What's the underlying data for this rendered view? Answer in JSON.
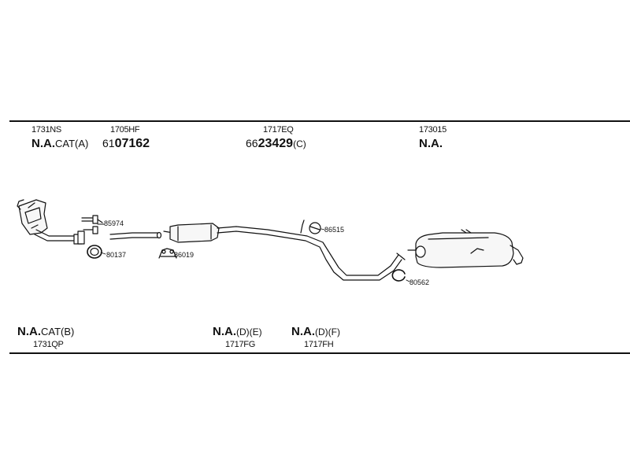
{
  "top_parts": [
    {
      "code": "1731NS",
      "ref_bold": "N.A.",
      "ref_suffix": "CAT(A)"
    },
    {
      "code": "1705HF",
      "ref_prefix": "61",
      "ref_bold": "07162"
    },
    {
      "code": "1717EQ",
      "ref_prefix": "66",
      "ref_bold": "23429",
      "ref_suffix": "(C)"
    },
    {
      "code": "173015",
      "ref_bold": "N.A."
    }
  ],
  "bottom_parts": [
    {
      "code": "1731QP",
      "ref_bold": "N.A.",
      "ref_suffix": "CAT(B)"
    },
    {
      "code": "1717FG",
      "ref_bold": "N.A.",
      "ref_suffix": "(D)(E)"
    },
    {
      "code": "1717FH",
      "ref_bold": "N.A.",
      "ref_suffix": "(D)(F)"
    }
  ],
  "diagram_labels": {
    "bolt_front": "85974",
    "gasket_front": "80137",
    "clamp": "86019",
    "hanger_mid": "86515",
    "ring_rear": "80562"
  }
}
